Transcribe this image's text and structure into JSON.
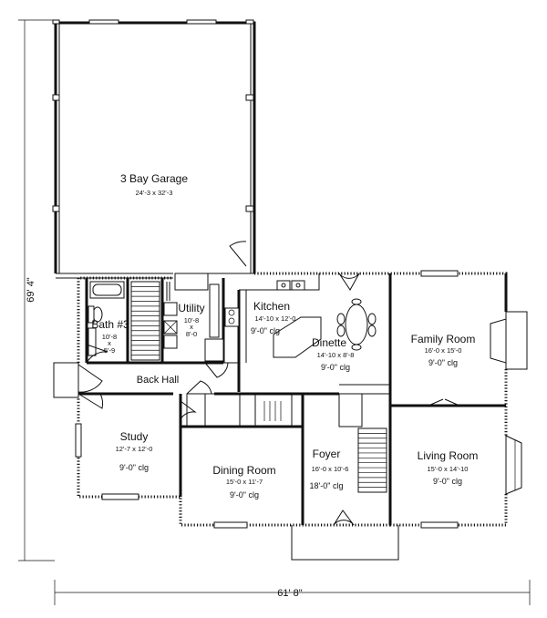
{
  "rooms": {
    "garage": {
      "name": "3 Bay Garage",
      "size": "24'-3 x 32'-3"
    },
    "utility": {
      "name": "Utility",
      "size1": "10'-8",
      "size_x": "x",
      "size2": "8'-0"
    },
    "bath": {
      "name": "Bath #3",
      "size1": "10'-8",
      "size_x": "x",
      "size2": "5'-9"
    },
    "kitchen": {
      "name": "Kitchen",
      "size": "14'-10 x 12'-0",
      "clg": "9'-0\" clg"
    },
    "dinette": {
      "name": "Dinette",
      "size": "14'-10 x 8'-8",
      "clg": "9'-0\" clg"
    },
    "family": {
      "name": "Family Room",
      "size": "16'-0 x 15'-0",
      "clg": "9'-0\" clg"
    },
    "backhall": {
      "name": "Back Hall"
    },
    "study": {
      "name": "Study",
      "size": "12'-7 x 12'-0",
      "clg": "9'-0\" clg"
    },
    "dining": {
      "name": "Dining Room",
      "size": "15'-0 x 11'-7",
      "clg": "9'-0\" clg"
    },
    "foyer": {
      "name": "Foyer",
      "size": "16'-0 x 10'-6",
      "clg": "18'-0\" clg"
    },
    "living": {
      "name": "Living Room",
      "size": "15'-0 x 14'-10",
      "clg": "9'-0\" clg"
    }
  },
  "dimensions": {
    "overall_depth": "69' 4\"",
    "overall_width": "61' 8\""
  }
}
